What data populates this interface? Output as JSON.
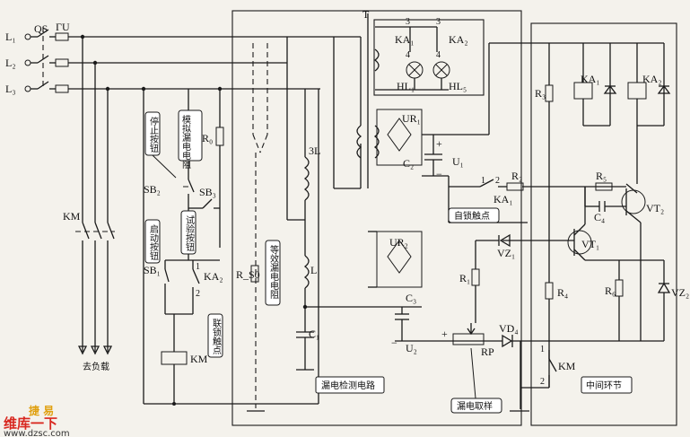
{
  "labels": {
    "L1": "L₁",
    "L2": "L₂",
    "L3": "L₃",
    "QS": "QS",
    "FU": "ΓU",
    "T": "T",
    "KM": "KM",
    "SB1": "SB₁",
    "SB2": "SB₂",
    "SB3": "SB₃",
    "R0": "R₀",
    "RS0": "R_S0",
    "L3_coil": "3L",
    "L": "L",
    "C1": "C₁",
    "KA1": "KA₁",
    "KA2": "KA₂",
    "HL1": "HL₁",
    "HL5": "HL₅",
    "UR1": "UR₁",
    "UR2": "UR₂",
    "C2": "C₂",
    "U1": "U₁",
    "C3": "C₃",
    "U2": "U₂",
    "RP": "RP",
    "VD4": "VD₄",
    "R1": "R₁",
    "R2": "R₂",
    "R3": "R₃",
    "R4": "R₄",
    "R5": "R₅",
    "R6": "R₆",
    "C4": "C₄",
    "VT1": "VT₁",
    "VT2": "VT₂",
    "VZ1": "VZ₁",
    "VZ2": "VZ₂",
    "plus": "+",
    "minus": "−",
    "n1": "1",
    "n2": "2",
    "n3": "3",
    "n4": "4",
    "load": "去负载"
  },
  "callouts": {
    "stop": "停止按钮",
    "test_resistor": "模拟漏电电阻",
    "test_button": "试验按钮",
    "start": "启动按钮",
    "interlock": "联锁触点",
    "equiv": "等效漏电电阻",
    "self_lock": "自锁触点",
    "sample": "漏电取样"
  },
  "sections": {
    "detect": "漏电检测电路",
    "middle": "中间环节"
  },
  "watermark": {
    "brand": "维库一下",
    "tag": "捷 易",
    "url": "www.dzsc.com"
  }
}
